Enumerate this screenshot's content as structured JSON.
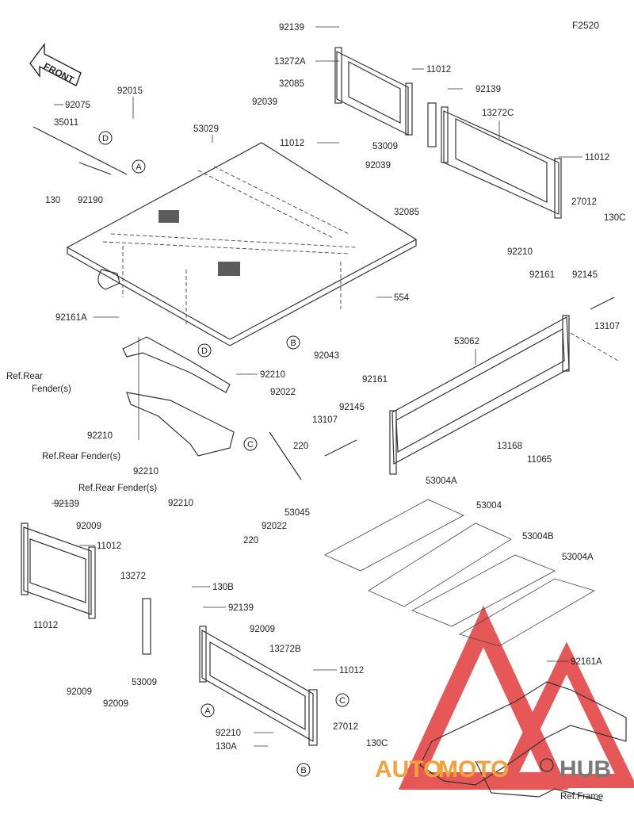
{
  "figure_code": "F2520",
  "front_label": "FRONT",
  "watermark": {
    "text_a": "AUTO",
    "text_b": "MOTO",
    "text_c": "HUB",
    "color_red": "#e23a3a",
    "color_orange": "#f2a23a",
    "color_grey": "#7a7a7a"
  },
  "callouts": {
    "A": "A",
    "B": "B",
    "C": "C",
    "D": "D"
  },
  "parts": {
    "p92139_top": "92139",
    "p13272A": "13272A",
    "p11012_a": "11012",
    "p32085_a": "32085",
    "p92039_a": "92039",
    "p11012_b": "11012",
    "p53009_a": "53009",
    "p92139_b": "92139",
    "p13272C": "13272C",
    "p11012_c": "11012",
    "p92039_b": "92039",
    "p32085_b": "32085",
    "p27012_a": "27012",
    "p130C_a": "130C",
    "p92210_a": "92210",
    "p92075": "92075",
    "p92015": "92015",
    "p35011": "35011",
    "p130": "130",
    "p92190": "92190",
    "p53029": "53029",
    "p92161A_a": "92161A",
    "p554": "554",
    "p92043": "92043",
    "p92210_b": "92210",
    "ref_rear_fender_1a": "Ref.Rear",
    "ref_rear_fender_1b": "Fender(s)",
    "p92210_c": "92210",
    "ref_rear_fender_2": "Ref.Rear Fender(s)",
    "p92210_d": "92210",
    "ref_rear_fender_3": "Ref.Rear Fender(s)",
    "p92210_e": "92210",
    "p92161_a": "92161",
    "p92145_a": "92145",
    "p13107_a": "13107",
    "p53062": "53062",
    "p92161_b": "92161",
    "p92022_a": "92022",
    "p92145_b": "92145",
    "p13107_b": "13107",
    "p220_a": "220",
    "p13168": "13168",
    "p11065": "11065",
    "p53045": "53045",
    "p92022_b": "92022",
    "p220_b": "220",
    "p53004A_a": "53004A",
    "p53004": "53004",
    "p53004B": "53004B",
    "p53004A_b": "53004A",
    "p92139_c": "92139",
    "p92009_a": "92009",
    "p11012_d": "11012",
    "p13272": "13272",
    "p11012_e": "11012",
    "p130B": "130B",
    "p92139_d": "92139",
    "p92009_b": "92009",
    "p13272B": "13272B",
    "p11012_f": "11012",
    "p53009_b": "53009",
    "p92009_c": "92009",
    "p92009_d": "92009",
    "p92210_f": "92210",
    "p130A": "130A",
    "p27012_b": "27012",
    "p130C_b": "130C",
    "p92161A_b": "92161A",
    "ref_frame": "Ref.Frame"
  }
}
